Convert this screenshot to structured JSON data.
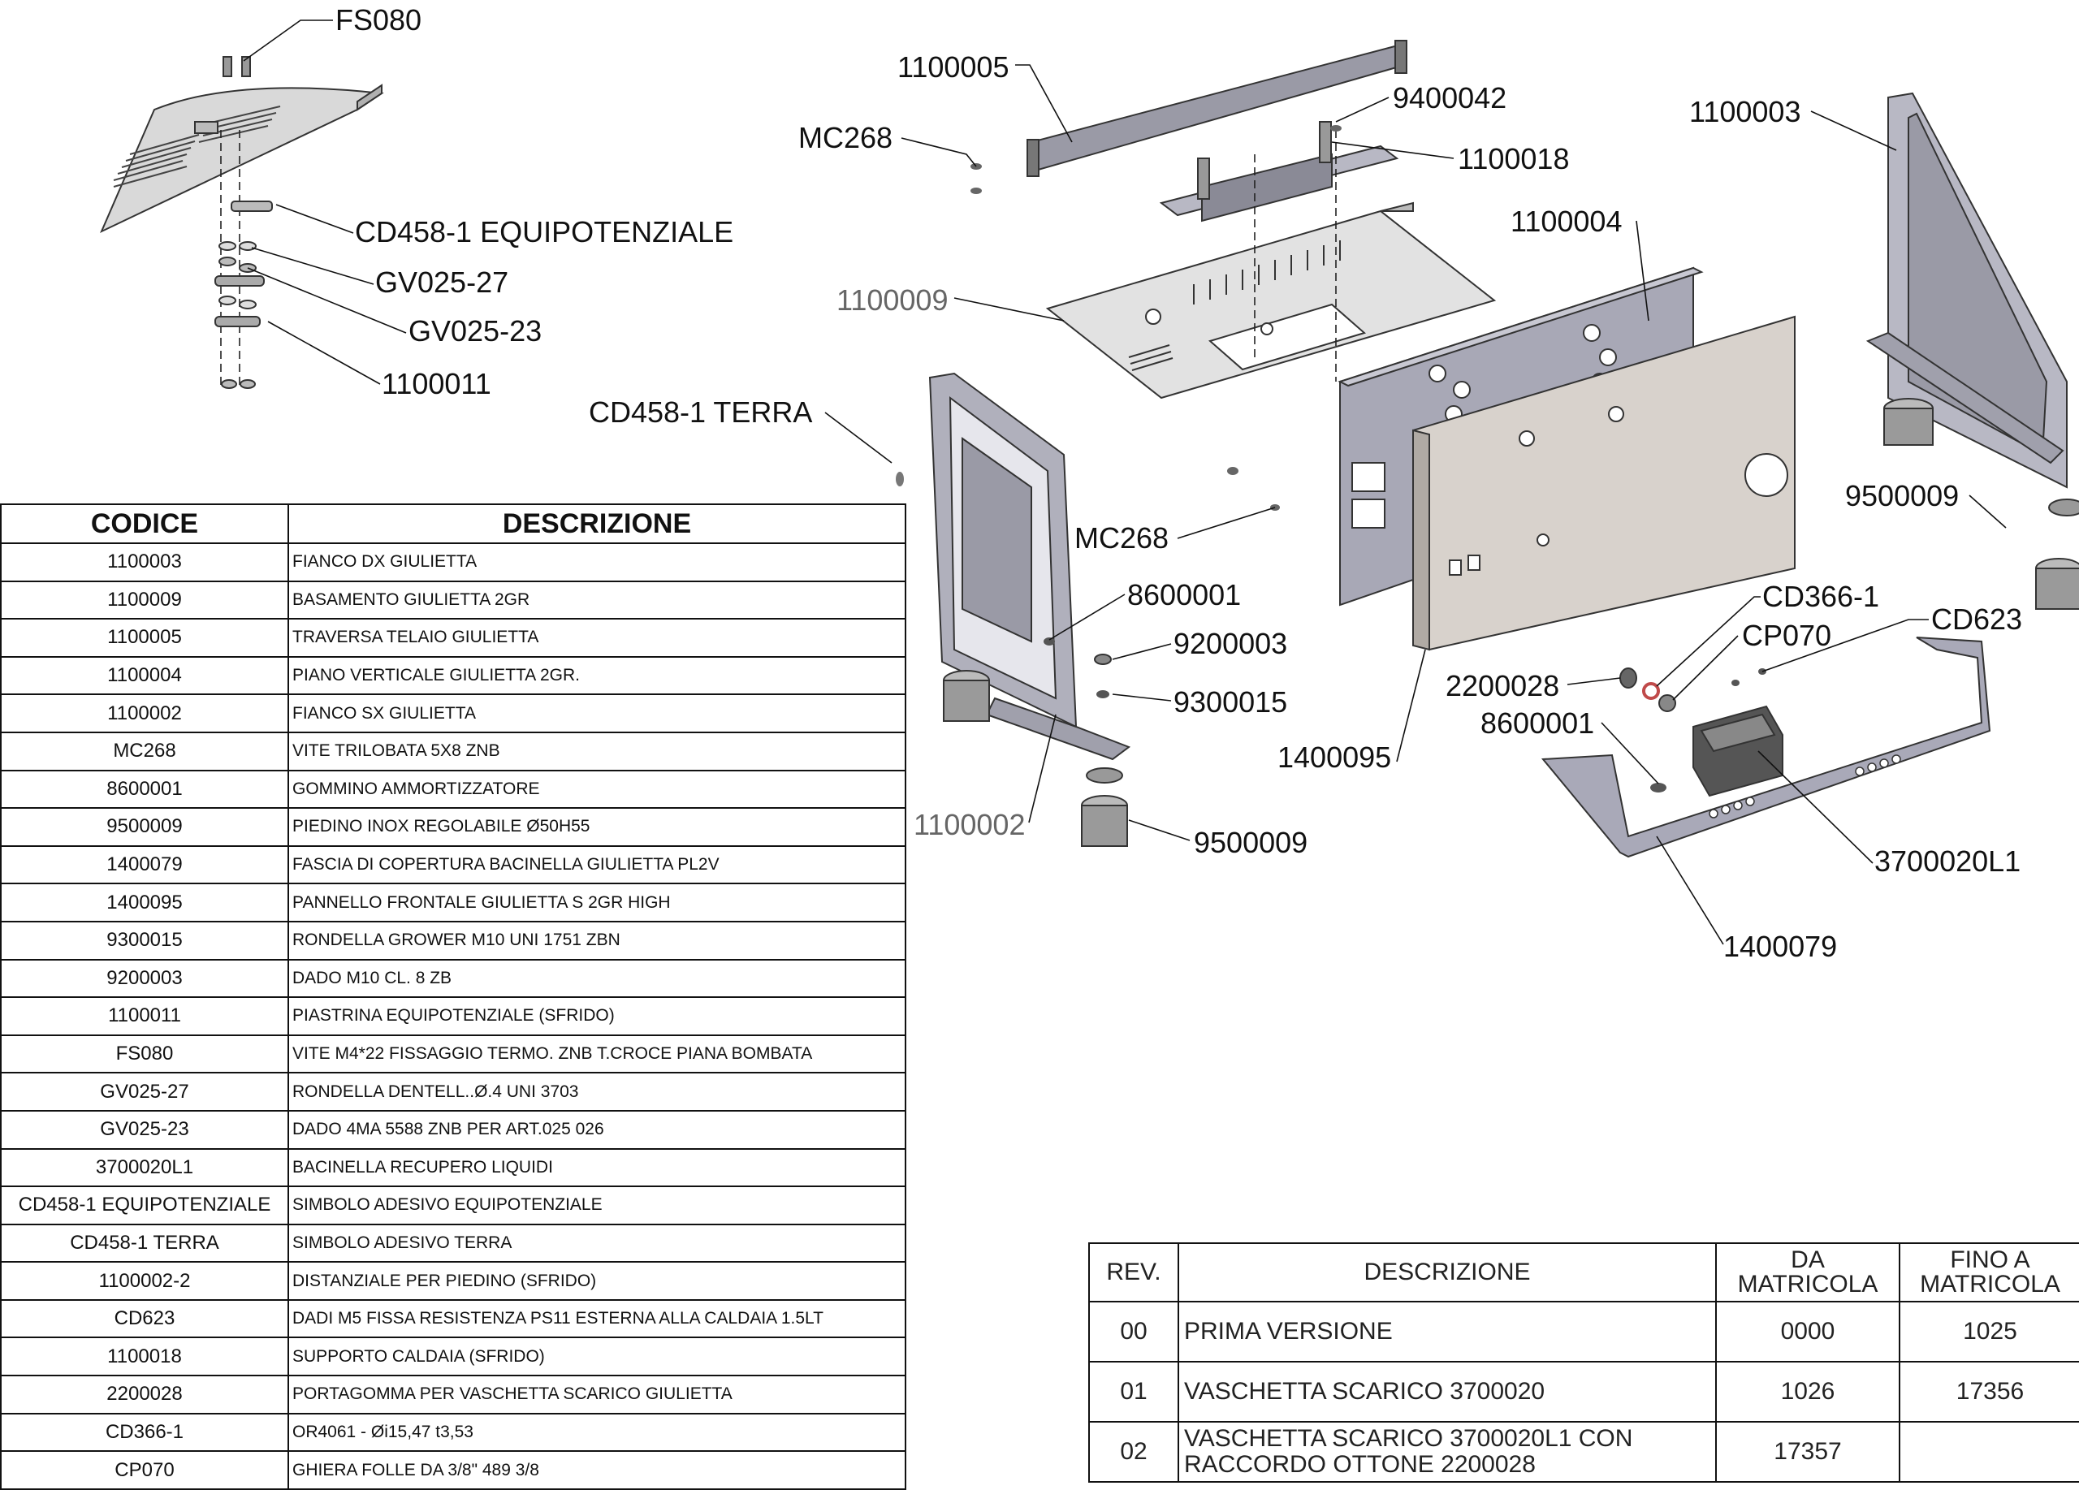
{
  "callouts": {
    "fs080": "FS080",
    "cd458_equipotenziale": "CD458-1 EQUIPOTENZIALE",
    "gv025_27": "GV025-27",
    "gv025_23": "GV025-23",
    "c1100011": "1100011",
    "cd458_terra": "CD458-1 TERRA",
    "c1100005": "1100005",
    "mc268_top": "MC268",
    "c9400042": "9400042",
    "c1100018": "1100018",
    "c1100009": "1100009",
    "c1100004": "1100004",
    "c1100003": "1100003",
    "c9500009_right": "9500009",
    "mc268_mid": "MC268",
    "c8600001_left": "8600001",
    "c9200003": "9200003",
    "c9300015": "9300015",
    "c1100002": "1100002",
    "c9500009_bottom": "9500009",
    "cd366_1": "CD366-1",
    "cp070": "CP070",
    "cd623": "CD623",
    "c2200028": "2200028",
    "c8600001_right": "8600001",
    "c1400095": "1400095",
    "c3700020l1": "3700020L1",
    "c1400079": "1400079"
  },
  "parts_table": {
    "headers": {
      "code": "CODICE",
      "description": "DESCRIZIONE"
    },
    "rows": [
      {
        "code": "1100003",
        "description": "FIANCO DX GIULIETTA"
      },
      {
        "code": "1100009",
        "description": "BASAMENTO GIULIETTA 2GR"
      },
      {
        "code": "1100005",
        "description": "TRAVERSA TELAIO GIULIETTA"
      },
      {
        "code": "1100004",
        "description": "PIANO VERTICALE GIULIETTA 2GR."
      },
      {
        "code": "1100002",
        "description": "FIANCO SX GIULIETTA"
      },
      {
        "code": "MC268",
        "description": "VITE TRILOBATA 5X8 ZNB"
      },
      {
        "code": "8600001",
        "description": "GOMMINO AMMORTIZZATORE"
      },
      {
        "code": "9500009",
        "description": "PIEDINO INOX REGOLABILE Ø50H55"
      },
      {
        "code": "1400079",
        "description": "FASCIA DI COPERTURA BACINELLA GIULIETTA PL2V"
      },
      {
        "code": "1400095",
        "description": "PANNELLO FRONTALE GIULIETTA S 2GR HIGH"
      },
      {
        "code": "9300015",
        "description": "RONDELLA GROWER M10 UNI 1751 ZBN"
      },
      {
        "code": "9200003",
        "description": "DADO M10 CL. 8 ZB"
      },
      {
        "code": "1100011",
        "description": "PIASTRINA  EQUIPOTENZIALE (SFRIDO)"
      },
      {
        "code": "FS080",
        "description": "VITE M4*22 FISSAGGIO TERMO. ZNB T.CROCE PIANA BOMBATA"
      },
      {
        "code": "GV025-27",
        "description": "RONDELLA DENTELL..Ø.4  UNI 3703"
      },
      {
        "code": "GV025-23",
        "description": "DADO 4MA 5588 ZNB PER ART.025 026"
      },
      {
        "code": "3700020L1",
        "description": "BACINELLA RECUPERO LIQUIDI"
      },
      {
        "code": "CD458-1 EQUIPOTENZIALE",
        "description": "SIMBOLO ADESIVO EQUIPOTENZIALE"
      },
      {
        "code": "CD458-1 TERRA",
        "description": "SIMBOLO ADESIVO TERRA"
      },
      {
        "code": "1100002-2",
        "description": "DISTANZIALE PER PIEDINO (SFRIDO)"
      },
      {
        "code": "CD623",
        "description": "DADI M5 FISSA RESISTENZA PS11 ESTERNA ALLA CALDAIA 1.5LT"
      },
      {
        "code": "1100018",
        "description": "SUPPORTO CALDAIA (SFRIDO)"
      },
      {
        "code": "2200028",
        "description": "PORTAGOMMA PER VASCHETTA SCARICO GIULIETTA"
      },
      {
        "code": "CD366-1",
        "description": "OR4061 - Øi15,47 t3,53"
      },
      {
        "code": "CP070",
        "description": "GHIERA FOLLE DA 3/8\" 489 3/8"
      }
    ]
  },
  "revision_table": {
    "headers": {
      "rev": "REV.",
      "description": "DESCRIZIONE",
      "from_line1": "DA",
      "from_line2": "MATRICOLA",
      "to_line1": "FINO A",
      "to_line2": "MATRICOLA"
    },
    "rows": [
      {
        "rev": "00",
        "desc_line1": "PRIMA VERSIONE",
        "desc_line2": "",
        "from": "0000",
        "to": "1025"
      },
      {
        "rev": "01",
        "desc_line1": "VASCHETTA SCARICO 3700020",
        "desc_line2": "",
        "from": "1026",
        "to": "17356"
      },
      {
        "rev": "02",
        "desc_line1": "VASCHETTA SCARICO 3700020L1 CON",
        "desc_line2": "RACCORDO OTTONE 2200028",
        "from": "17357",
        "to": ""
      }
    ]
  },
  "colors": {
    "part_fill_light": "#d9d9d9",
    "part_fill_mid": "#b8b8c4",
    "part_fill_dark": "#8a8a96",
    "panel_fill": "#d8d2cc",
    "tray_fill": "#a9a9b8",
    "oring": "#c04a4a"
  }
}
